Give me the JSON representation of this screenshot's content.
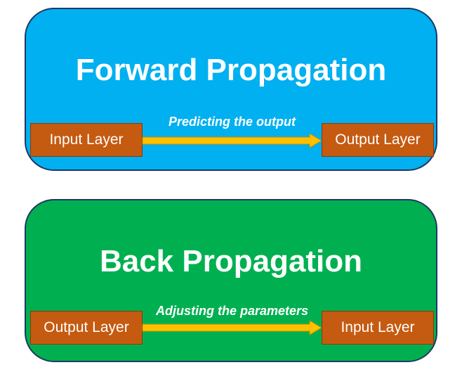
{
  "forward": {
    "title": "Forward Propagation",
    "source_layer": "Input Layer",
    "target_layer": "Output Layer",
    "arrow_label": "Predicting the output",
    "background_color": "#00b0f0"
  },
  "back": {
    "title": "Back Propagation",
    "source_layer": "Output Layer",
    "target_layer": "Input Layer",
    "arrow_label": "Adjusting the parameters",
    "background_color": "#00b050"
  },
  "colors": {
    "layer_box": "#c55a11",
    "arrow": "#ffc000",
    "panel_border": "#1f3864"
  }
}
